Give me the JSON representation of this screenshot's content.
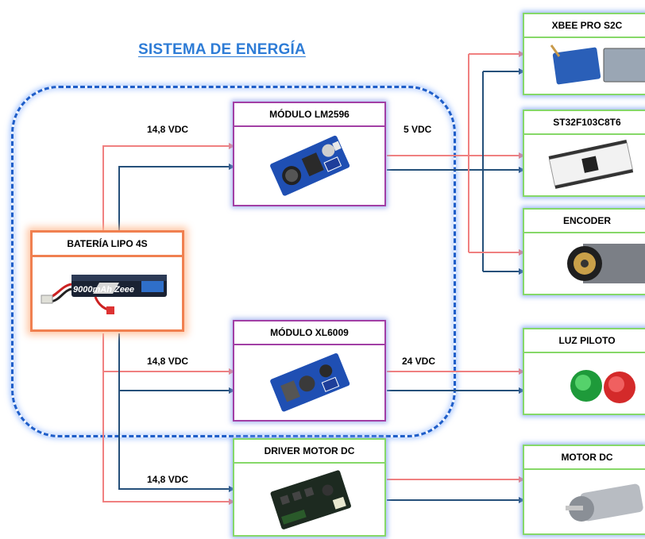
{
  "title": "SISTEMA DE ENERGÍA",
  "battery": {
    "label": "BATERÍA LIPO 4S",
    "brand": "9000mAh Zeee"
  },
  "modules": {
    "lm2596": {
      "label": "MÓDULO LM2596"
    },
    "xl6009": {
      "label": "MÓDULO XL6009"
    },
    "driver": {
      "label": "DRIVER MOTOR DC"
    }
  },
  "loads": {
    "xbee": {
      "label": "XBEE PRO S2C"
    },
    "stm32": {
      "label": "ST32F103C8T6"
    },
    "encoder": {
      "label": "ENCODER"
    },
    "luz": {
      "label": "LUZ PILOTO"
    },
    "motor": {
      "label": "MOTOR DC"
    }
  },
  "voltages": {
    "in_lm2596": "14,8 VDC",
    "out_lm2596": "5 VDC",
    "in_xl6009": "14,8 VDC",
    "out_xl6009": "24 VDC",
    "in_driver": "14,8 VDC"
  },
  "colors": {
    "positive_wire": "#f08080",
    "negative_wire": "#25507a",
    "title": "#2e7cd6",
    "zone_border": "#1f5ec9",
    "module_border": "#a23fa5",
    "load_border": "#86d868",
    "battery_border": "#f08050"
  }
}
